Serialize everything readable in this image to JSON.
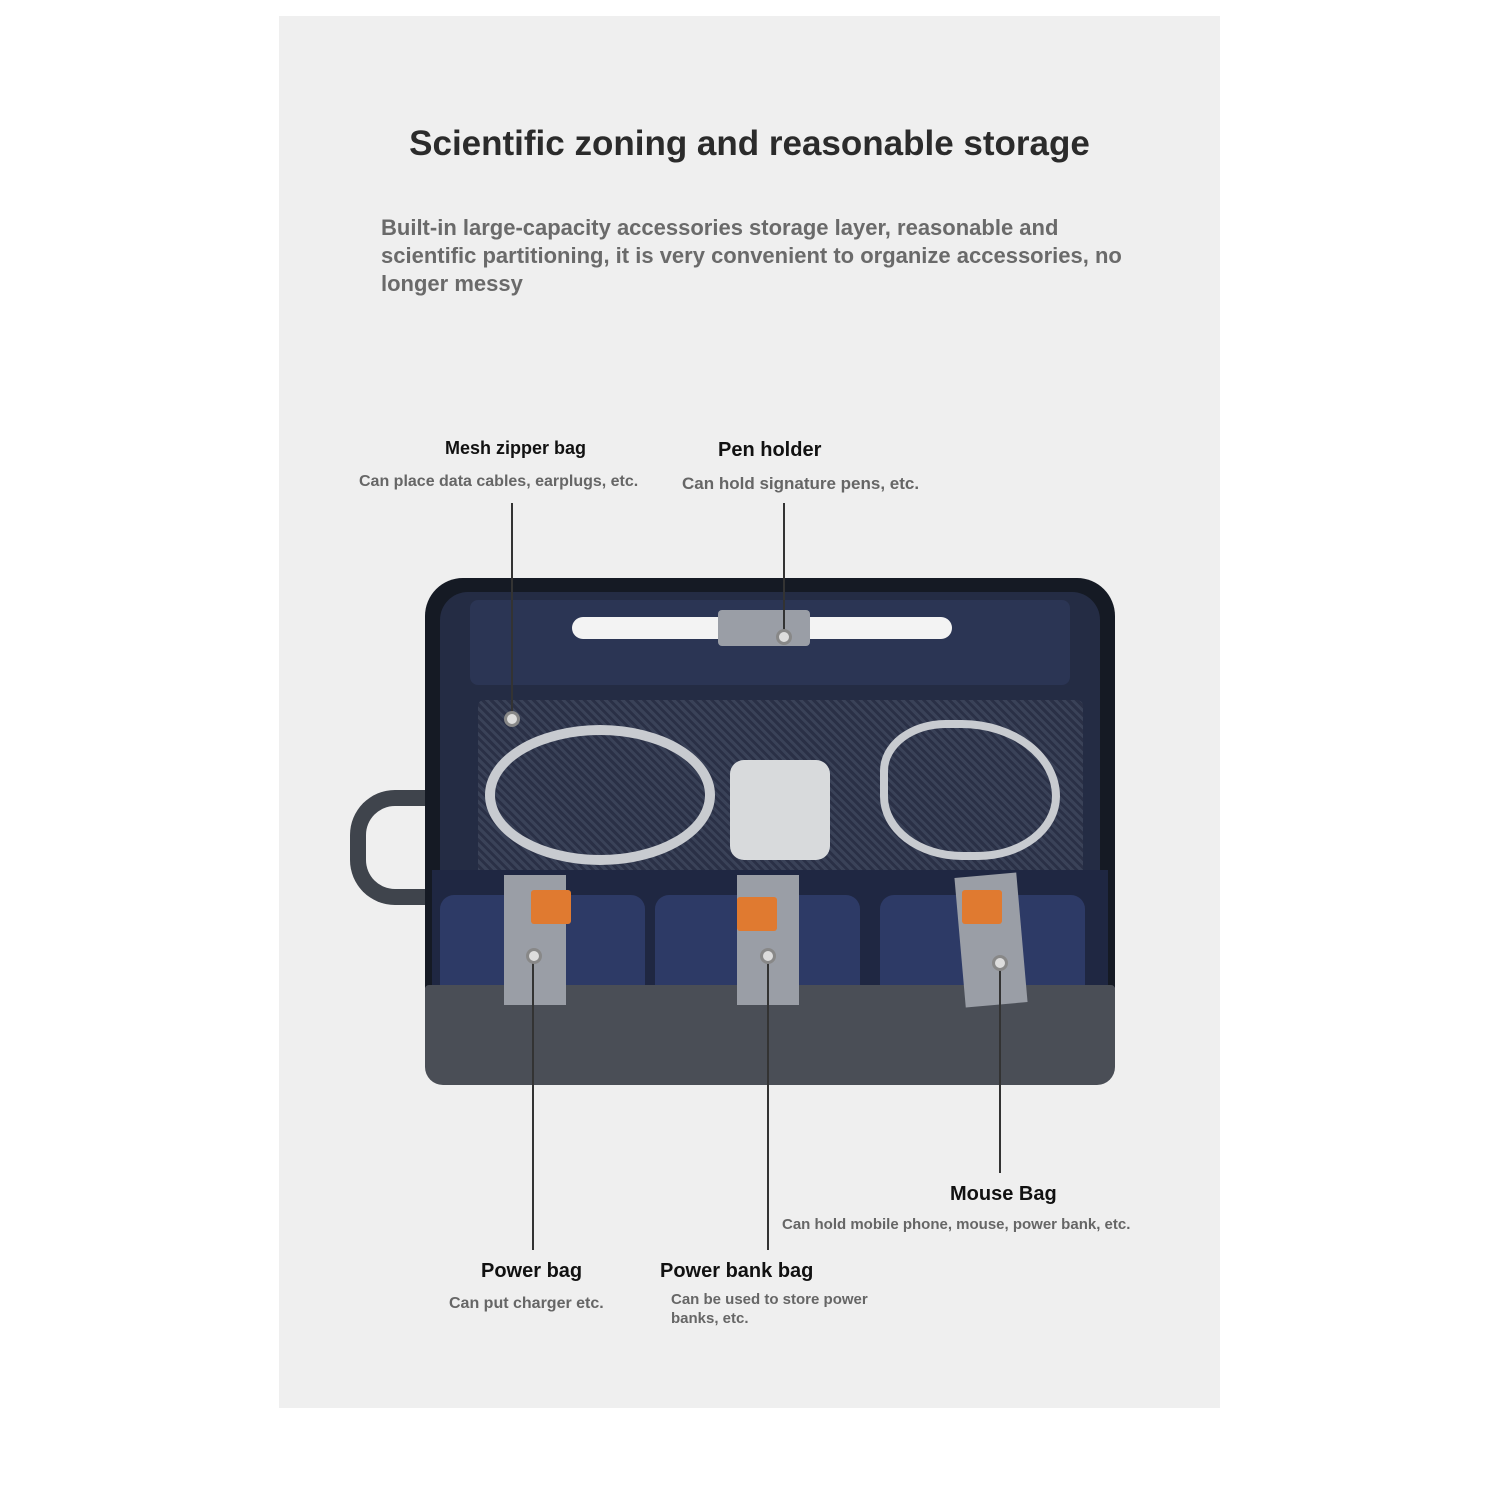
{
  "title": "Scientific zoning and reasonable storage",
  "description": "Built-in large-capacity accessories storage layer, reasonable and scientific partitioning, it is very convenient to organize accessories, no longer messy",
  "callouts": [
    {
      "label": "Mesh zipper bag",
      "sub": "Can place data cables, earplugs, etc."
    },
    {
      "label": "Pen holder",
      "sub": "Can hold signature pens, etc."
    },
    {
      "label": "Mouse Bag",
      "sub": "Can hold mobile phone, mouse, power bank, etc."
    },
    {
      "label": "Power bag",
      "sub": "Can put charger etc."
    },
    {
      "label": "Power bank bag",
      "sub": "Can be used to store power banks, etc."
    }
  ],
  "colors": {
    "panel": "#efefef",
    "bag": "#151a24",
    "lining": "#242c44",
    "tag": "#e07a30"
  }
}
